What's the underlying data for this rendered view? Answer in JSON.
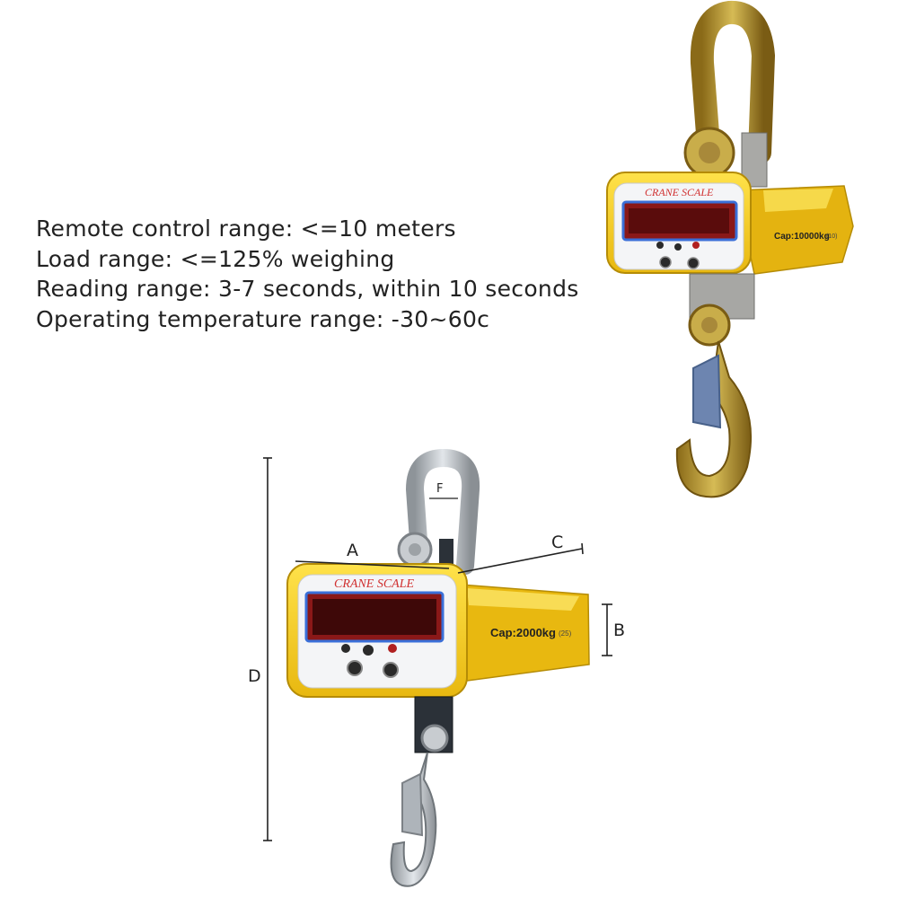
{
  "specs": [
    "Remote control range: <=10 meters",
    "Load range: <=125% weighing",
    "Reading range: 3-7 seconds, within 10 seconds",
    "Operating temperature range: -30~60c"
  ],
  "scale_large": {
    "brand": "CRANE SCALE",
    "capacity": "Cap:10000kg",
    "grade": "(10)"
  },
  "scale_small": {
    "brand": "CRANE SCALE",
    "capacity": "Cap:2000kg",
    "grade": "(25)"
  },
  "dimensions": {
    "a": "A",
    "b": "B",
    "c": "C",
    "d": "D",
    "f": "F"
  },
  "colors": {
    "body_yellow": "#f2c81a",
    "shackle_gold": "#b99a3a",
    "shackle_silver": "#b8bcc0",
    "display_red": "#7a1010",
    "display_border": "#3a6fd8"
  }
}
